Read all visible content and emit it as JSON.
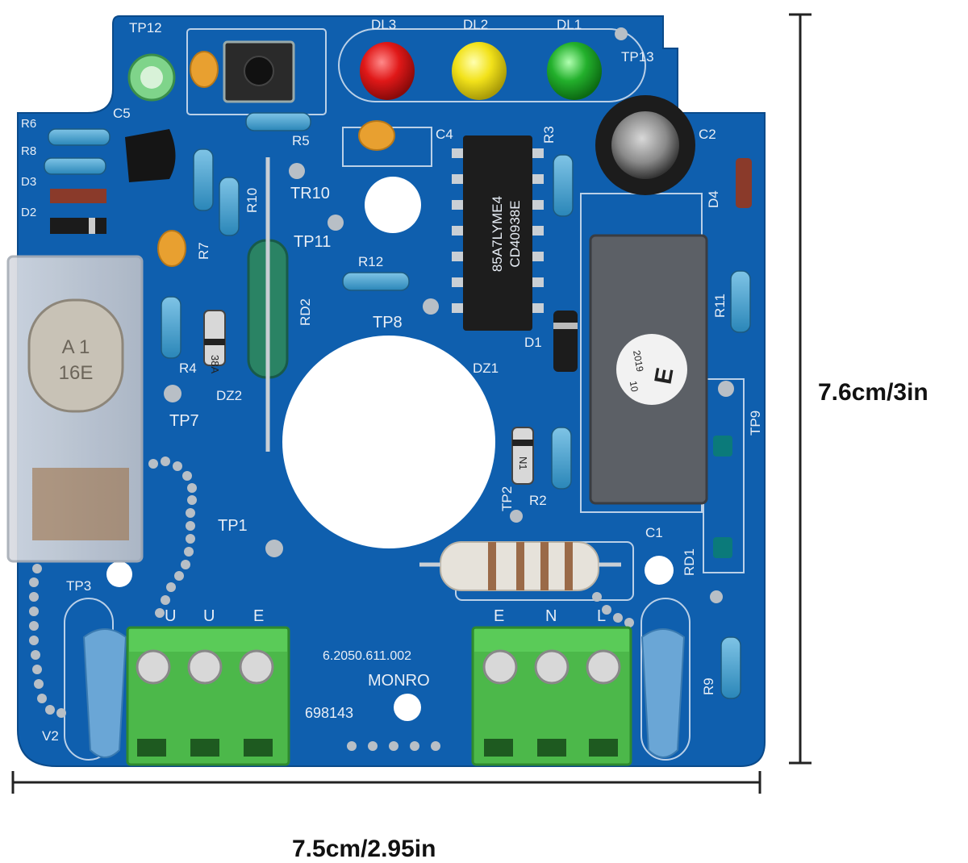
{
  "dimensions": {
    "height_label": "7.6cm/3in",
    "width_label": "7.5cm/2.95in"
  },
  "silkscreen": {
    "tp12": "TP12",
    "dl3": "DL3",
    "dl2": "DL2",
    "dl1": "DL1",
    "tp13": "TP13",
    "c5": "C5",
    "r6": "R6",
    "r8": "R8",
    "d3": "D3",
    "d2": "D2",
    "r5": "R5",
    "c4": "C4",
    "r3": "R3",
    "c2": "C2",
    "d4": "D4",
    "tr10": "TR10",
    "tp11": "TP11",
    "r10": "R10",
    "r7": "R7",
    "r12": "R12",
    "rd2": "RD2",
    "tp8": "TP8",
    "d1": "D1",
    "r11": "R11",
    "r4": "R4",
    "dz2": "DZ2",
    "tp7": "TP7",
    "dz1": "DZ1",
    "tp9": "TP9",
    "tp2": "TP2",
    "r2": "R2",
    "tp1": "TP1",
    "c1": "C1",
    "rd1": "RD1",
    "tp3": "TP3",
    "term_left_1": "U",
    "term_left_2": "U",
    "term_left_3": "E",
    "term_right_1": "E",
    "term_right_2": "N",
    "term_right_3": "L",
    "part_no": "6.2050.611.002",
    "brand": "MONRO",
    "serial": "698143",
    "v2": "V2",
    "r9": "R9"
  },
  "chip": {
    "line1": "85A7LYME4",
    "line2": "CD40938E"
  },
  "relay": {
    "line1": "A 1",
    "line2": "16E"
  },
  "sticker": {
    "letter": "E",
    "year": "2019",
    "month": "10"
  },
  "diode_marks": {
    "dz2": "38A",
    "dz1": "N1"
  },
  "colors": {
    "pcb": "#0f5fae",
    "pcb_dark": "#0b4e93",
    "terminal": "#4cb84a",
    "led_red": "#e01818",
    "led_yellow": "#f2e21a",
    "led_green": "#23b02c"
  }
}
